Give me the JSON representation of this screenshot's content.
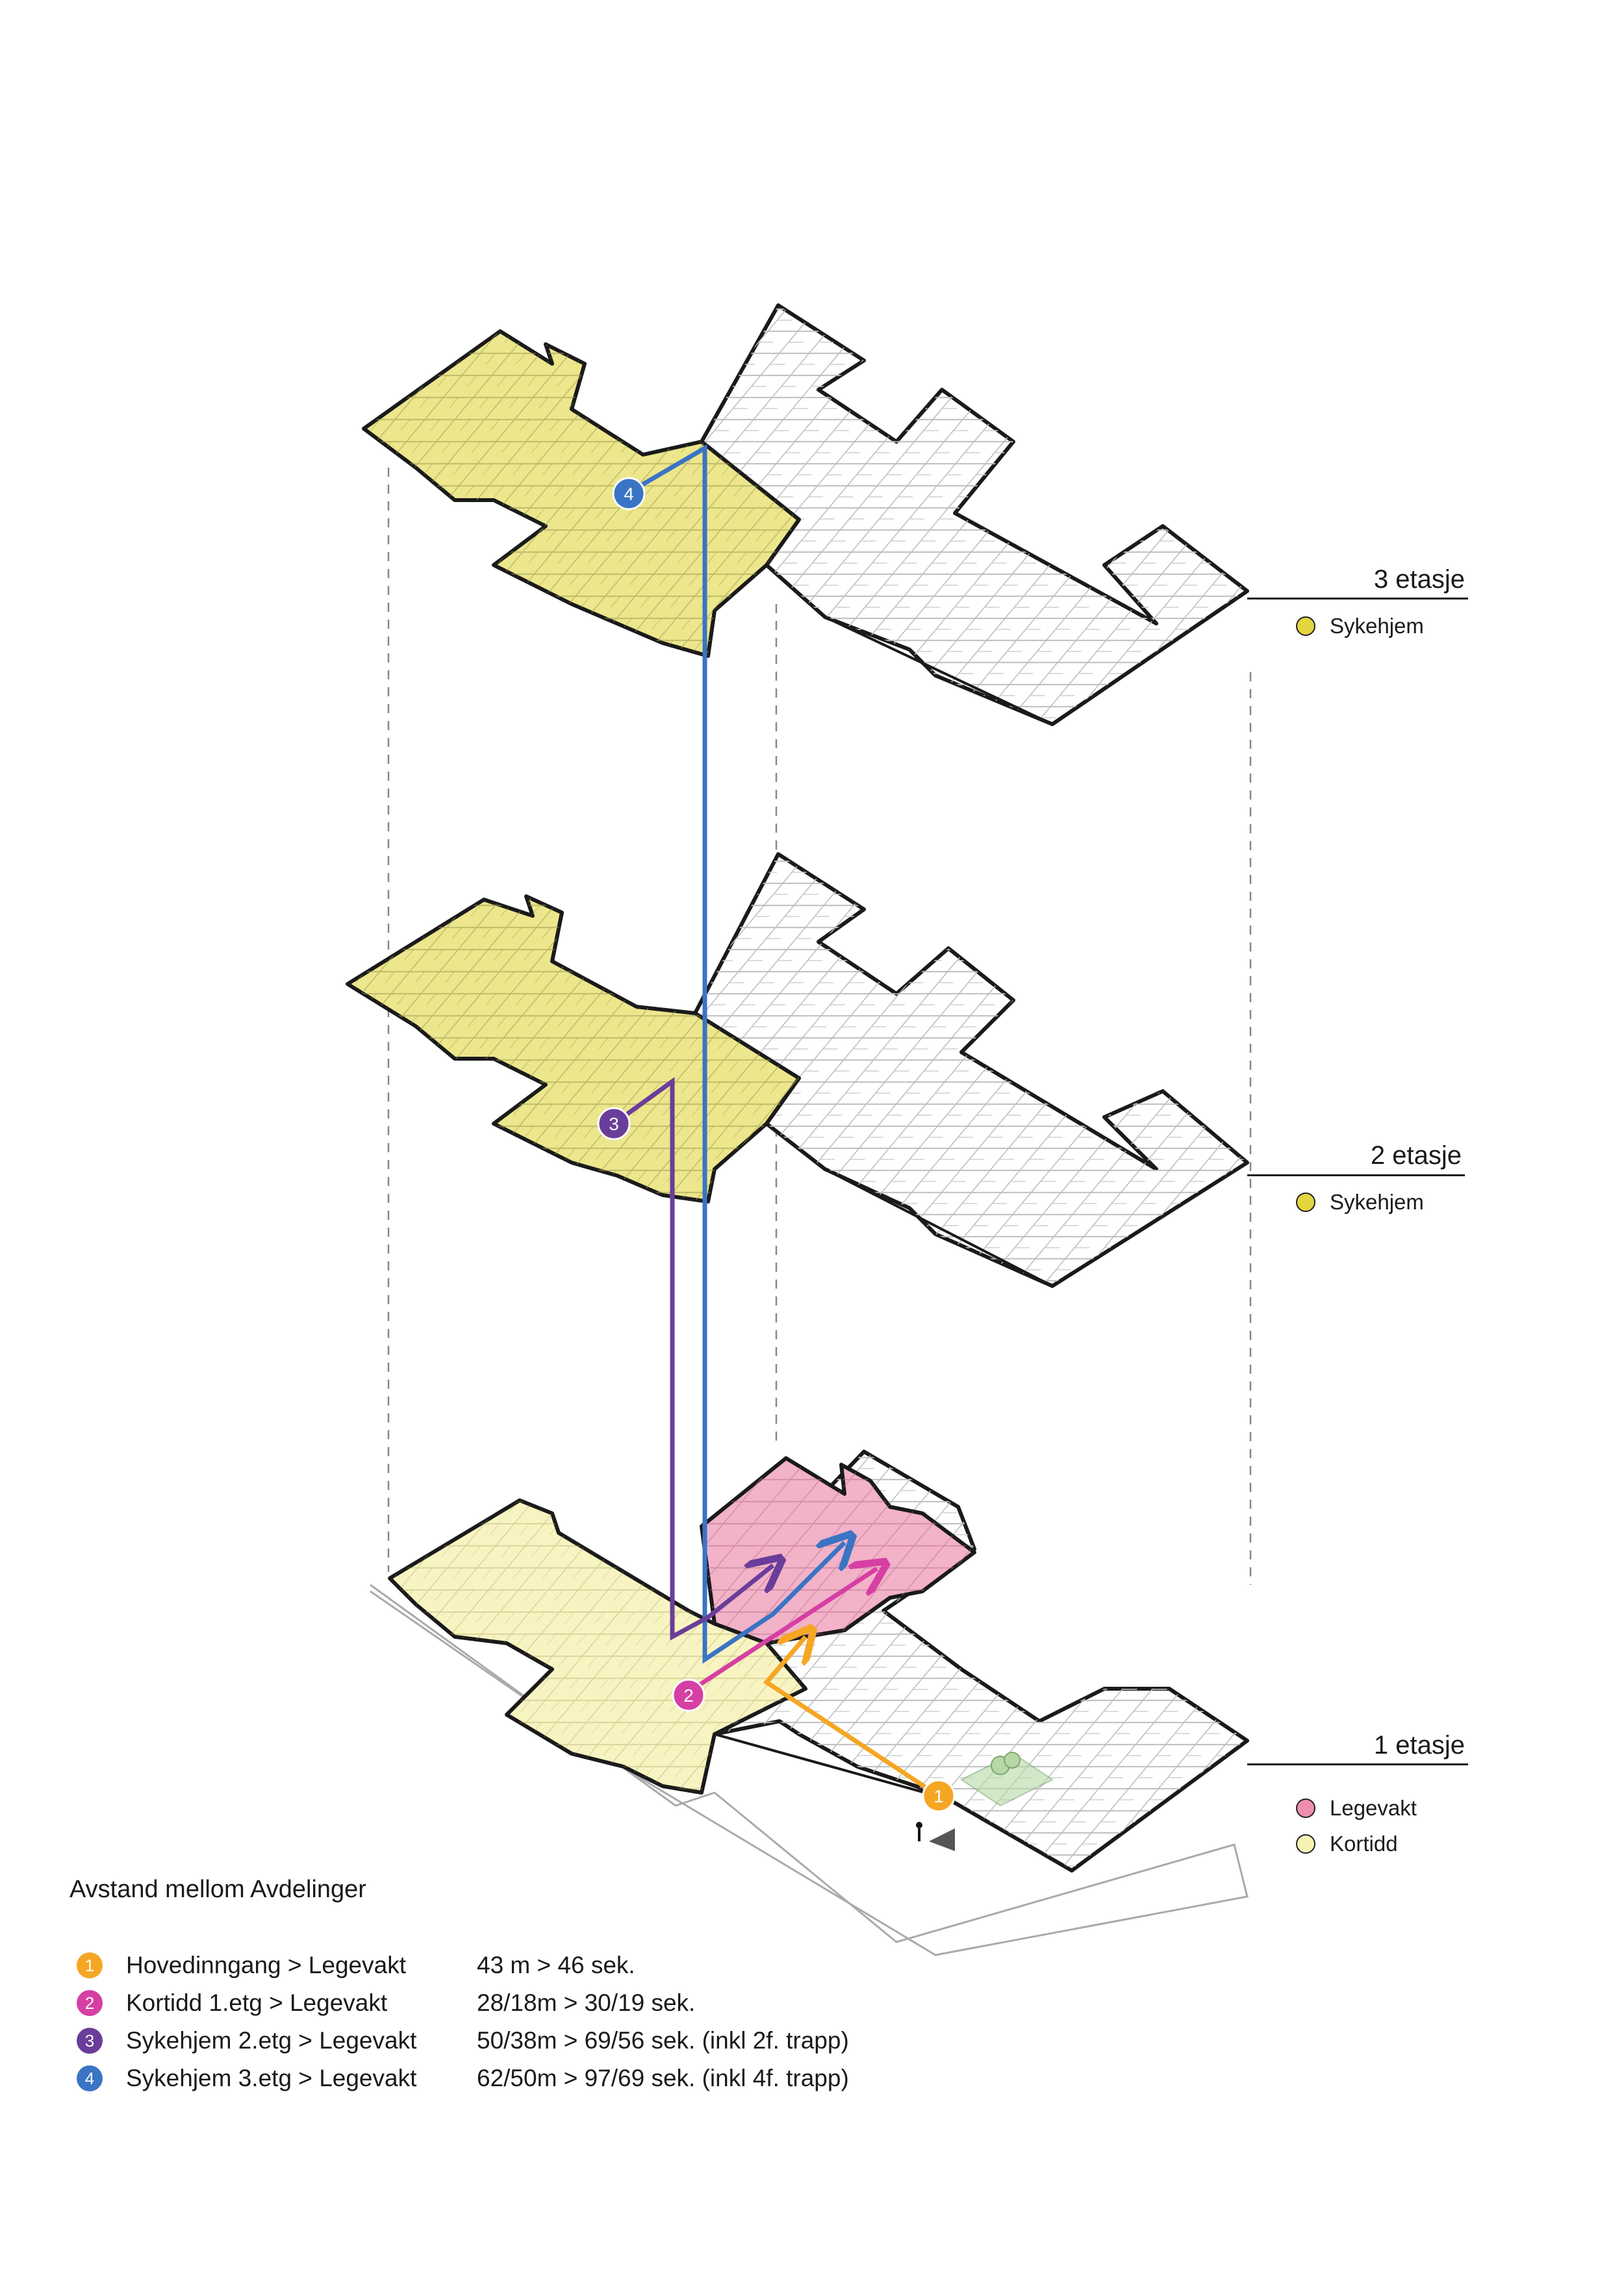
{
  "floors": [
    {
      "label": "3 etasje",
      "legend": [
        {
          "label": "Sykehjem",
          "color": "#e3d63f"
        }
      ]
    },
    {
      "label": "2 etasje",
      "legend": [
        {
          "label": "Sykehjem",
          "color": "#e3d63f"
        }
      ]
    },
    {
      "label": "1 etasje",
      "legend": [
        {
          "label": "Legevakt",
          "color": "#ef8fb0"
        },
        {
          "label": "Kortidd",
          "color": "#f8f3b5"
        }
      ]
    }
  ],
  "zone_colors": {
    "sykehjem": "#ece68c",
    "kortidd": "#f8f4c2",
    "legevakt": "#f2b2c8",
    "outline": "#1a1a1a",
    "interior": "#bdbdbd"
  },
  "distances": {
    "title": "Avstand mellom Avdelinger",
    "routes": [
      {
        "num": "1",
        "color": "#f5a623",
        "name": "Hovedinngang > Legevakt",
        "value": "43 m > 46 sek."
      },
      {
        "num": "2",
        "color": "#d63fa3",
        "name": "Kortidd 1.etg > Legevakt",
        "value": "28/18m > 30/19 sek."
      },
      {
        "num": "3",
        "color": "#6a3d9a",
        "name": "Sykehjem 2.etg > Legevakt",
        "value": "50/38m > 69/56 sek. (inkl 2f. trapp)"
      },
      {
        "num": "4",
        "color": "#3a74c4",
        "name": "Sykehjem 3.etg > Legevakt",
        "value": "62/50m > 97/69 sek. (inkl 4f. trapp)"
      }
    ]
  }
}
